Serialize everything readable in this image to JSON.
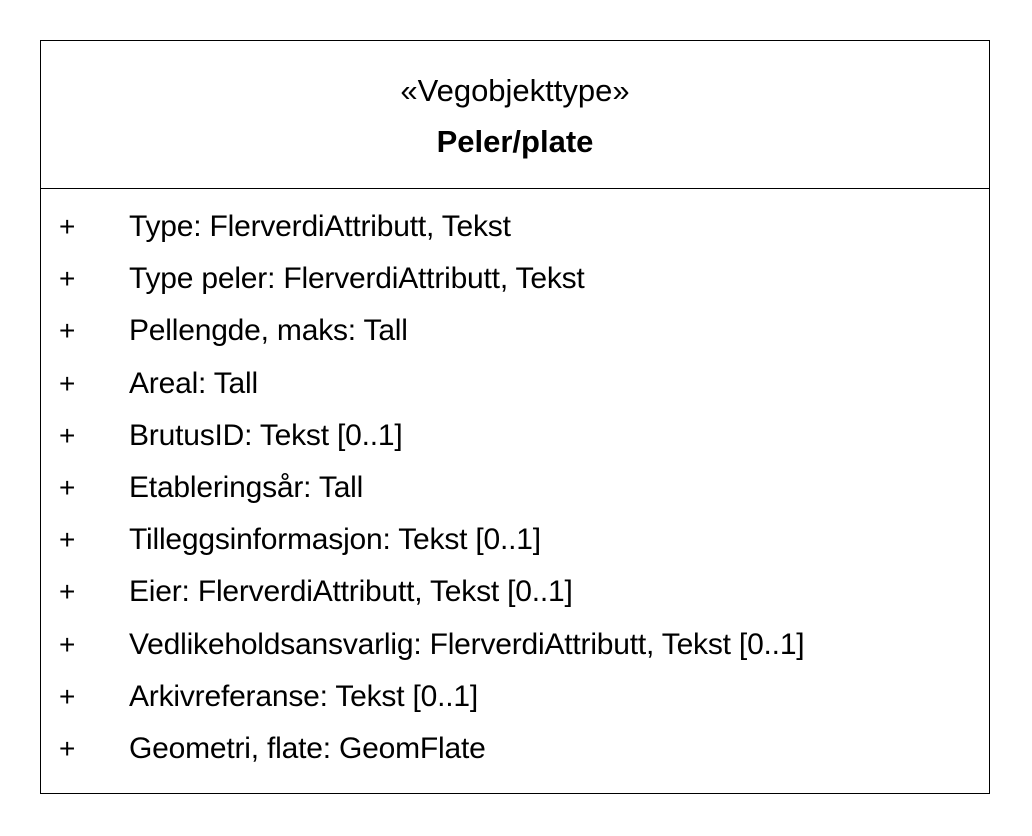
{
  "class_box": {
    "stereotype": "«Vegobjekttype»",
    "name": "Peler/plate",
    "attributes": [
      {
        "visibility": "+",
        "text": "Type: FlerverdiAttributt, Tekst"
      },
      {
        "visibility": "+",
        "text": "Type peler: FlerverdiAttributt, Tekst"
      },
      {
        "visibility": "+",
        "text": "Pellengde, maks: Tall"
      },
      {
        "visibility": "+",
        "text": "Areal: Tall"
      },
      {
        "visibility": "+",
        "text": "BrutusID: Tekst [0..1]"
      },
      {
        "visibility": "+",
        "text": "Etableringsår: Tall"
      },
      {
        "visibility": "+",
        "text": "Tilleggsinformasjon: Tekst [0..1]"
      },
      {
        "visibility": "+",
        "text": "Eier: FlerverdiAttributt, Tekst [0..1]"
      },
      {
        "visibility": "+",
        "text": "Vedlikeholdsansvarlig: FlerverdiAttributt, Tekst [0..1]"
      },
      {
        "visibility": "+",
        "text": "Arkivreferanse: Tekst [0..1]"
      },
      {
        "visibility": "+",
        "text": "Geometri, flate: GeomFlate"
      }
    ]
  }
}
